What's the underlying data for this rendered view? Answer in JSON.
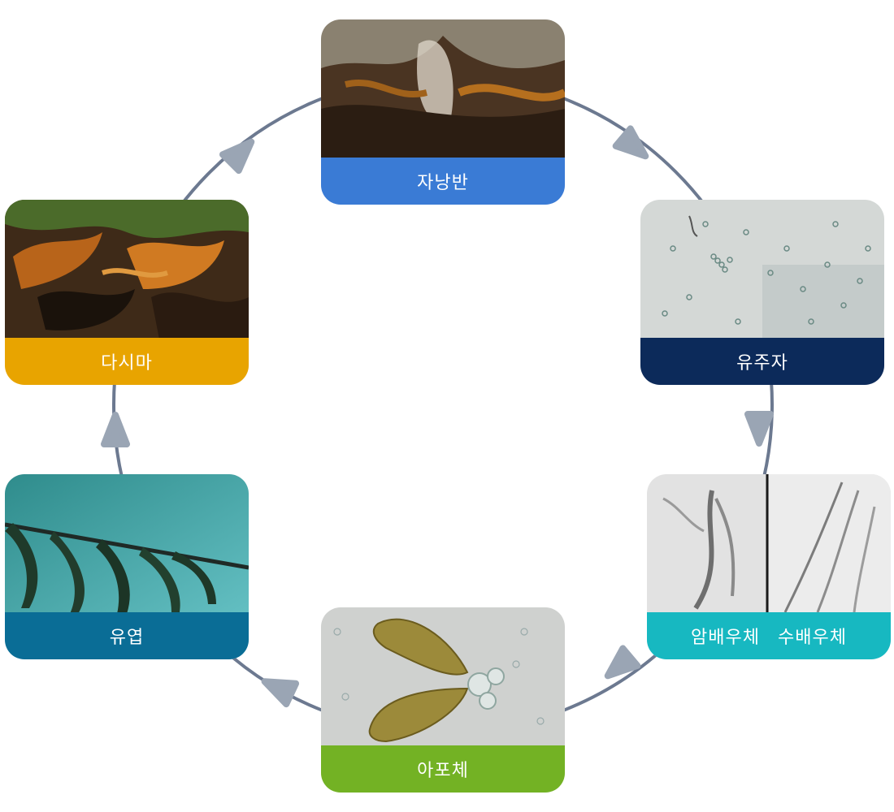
{
  "stages": {
    "sporophyte": {
      "label": "자낭반",
      "color": "#3a7bd5"
    },
    "zoospore": {
      "label": "유주자",
      "color": "#0c2a5a"
    },
    "gametophyte": {
      "label_female": "암배우체",
      "label_male": "수배우체",
      "color": "#17b8c1"
    },
    "young_sporophyte": {
      "label": "아포체",
      "color": "#73b224"
    },
    "juvenile": {
      "label": "유엽",
      "color": "#0a6d96"
    },
    "kelp": {
      "label": "다시마",
      "color": "#e8a400"
    }
  },
  "cycle": {
    "line_color": "#6c7990",
    "arrow_color": "#9aa5b4"
  }
}
